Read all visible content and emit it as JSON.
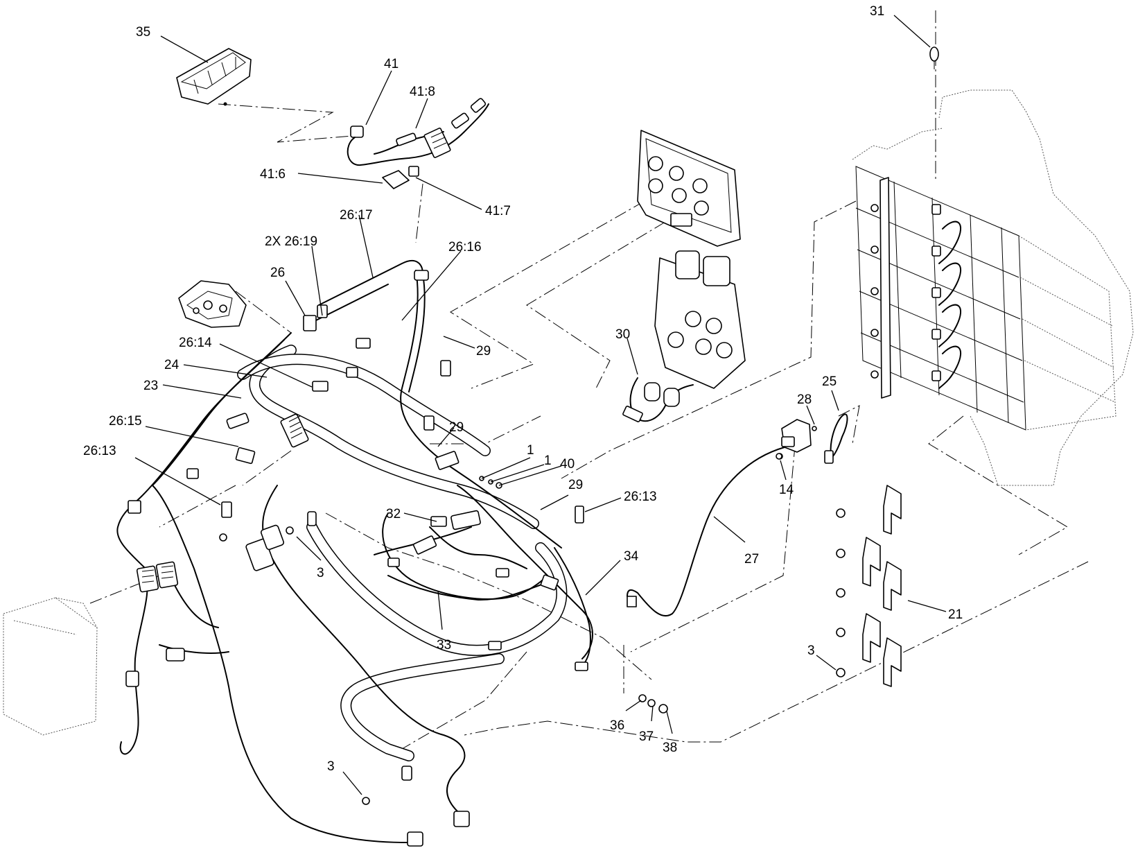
{
  "labels": [
    {
      "id": "35",
      "text": "35"
    },
    {
      "id": "41",
      "text": "41"
    },
    {
      "id": "41-8",
      "text": "41:8"
    },
    {
      "id": "41-6",
      "text": "41:6"
    },
    {
      "id": "41-7",
      "text": "41:7"
    },
    {
      "id": "26-17",
      "text": "26:17"
    },
    {
      "id": "2x-26-19",
      "text": "2X 26:19"
    },
    {
      "id": "26-16",
      "text": "26:16"
    },
    {
      "id": "26",
      "text": "26"
    },
    {
      "id": "29a",
      "text": "29"
    },
    {
      "id": "26-14",
      "text": "26:14"
    },
    {
      "id": "24",
      "text": "24"
    },
    {
      "id": "23",
      "text": "23"
    },
    {
      "id": "30",
      "text": "30"
    },
    {
      "id": "31",
      "text": "31"
    },
    {
      "id": "25",
      "text": "25"
    },
    {
      "id": "28",
      "text": "28"
    },
    {
      "id": "26-15",
      "text": "26:15"
    },
    {
      "id": "29b",
      "text": "29"
    },
    {
      "id": "26-13a",
      "text": "26:13"
    },
    {
      "id": "1a",
      "text": "1"
    },
    {
      "id": "1b",
      "text": "1"
    },
    {
      "id": "40",
      "text": "40"
    },
    {
      "id": "29c",
      "text": "29"
    },
    {
      "id": "26-13b",
      "text": "26:13"
    },
    {
      "id": "14",
      "text": "14"
    },
    {
      "id": "32",
      "text": "32"
    },
    {
      "id": "34",
      "text": "34"
    },
    {
      "id": "27",
      "text": "27"
    },
    {
      "id": "3a",
      "text": "3"
    },
    {
      "id": "21",
      "text": "21"
    },
    {
      "id": "33",
      "text": "33"
    },
    {
      "id": "3b",
      "text": "3"
    },
    {
      "id": "36",
      "text": "36"
    },
    {
      "id": "37",
      "text": "37"
    },
    {
      "id": "38",
      "text": "38"
    },
    {
      "id": "3c",
      "text": "3"
    }
  ]
}
